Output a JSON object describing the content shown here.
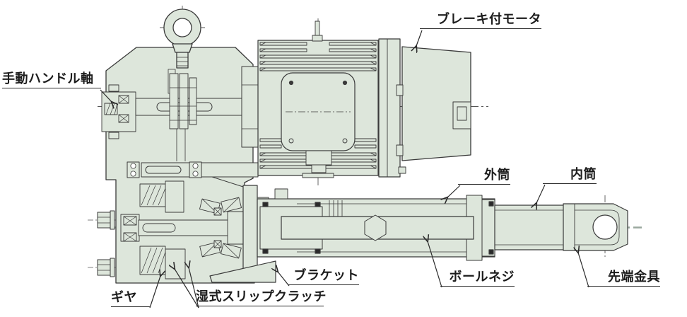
{
  "diagram": {
    "type": "engineering-cutaway-drawing",
    "subject": "electric linear actuator cross-section",
    "colors": {
      "body_fill": "#dde6db",
      "outline": "#3a3a3a",
      "centerline_gray": "#9aa89e",
      "label_text": "#1c1c1c",
      "background": "#ffffff"
    }
  },
  "labels": {
    "brake_motor": {
      "text": "ブレーキ付モータ"
    },
    "manual_handle": {
      "text": "手動ハンドル軸"
    },
    "outer_cyl": {
      "text": "外筒"
    },
    "inner_cyl": {
      "text": "内筒"
    },
    "bracket": {
      "text": "ブラケット"
    },
    "ball_screw": {
      "text": "ボールネジ"
    },
    "end_fitting": {
      "text": "先端金具"
    },
    "gear": {
      "text": "ギヤ"
    },
    "wet_clutch": {
      "text": "湿式スリップクラッチ"
    }
  }
}
